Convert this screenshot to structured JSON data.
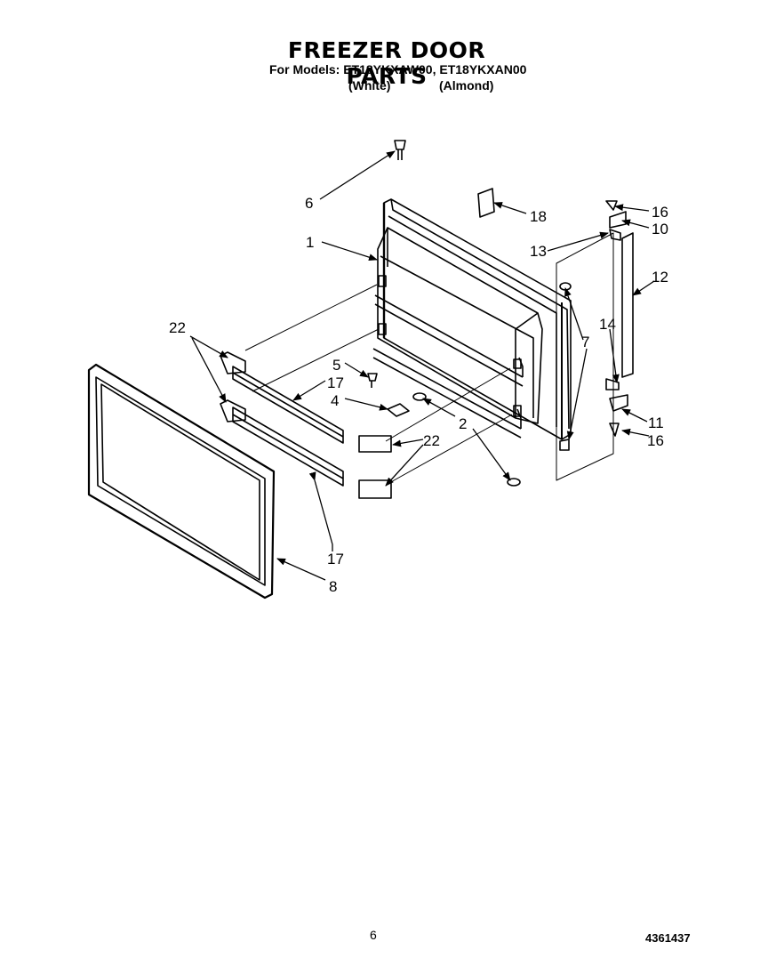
{
  "header": {
    "title": "FREEZER DOOR PARTS",
    "models": "For Models: ET18YKXAW00, ET18YKXAN00",
    "color_white": "(White)",
    "color_almond": "(Almond)"
  },
  "callouts": {
    "c1": "1",
    "c2": "2",
    "c4": "4",
    "c5": "5",
    "c6": "6",
    "c7": "7",
    "c8": "8",
    "c10": "10",
    "c11": "11",
    "c12": "12",
    "c13": "13",
    "c14": "14",
    "c16a": "16",
    "c16b": "16",
    "c17a": "17",
    "c17b": "17",
    "c18": "18",
    "c22a": "22",
    "c22b": "22"
  },
  "footer": {
    "page_number": "6",
    "document_number": "4361437"
  }
}
